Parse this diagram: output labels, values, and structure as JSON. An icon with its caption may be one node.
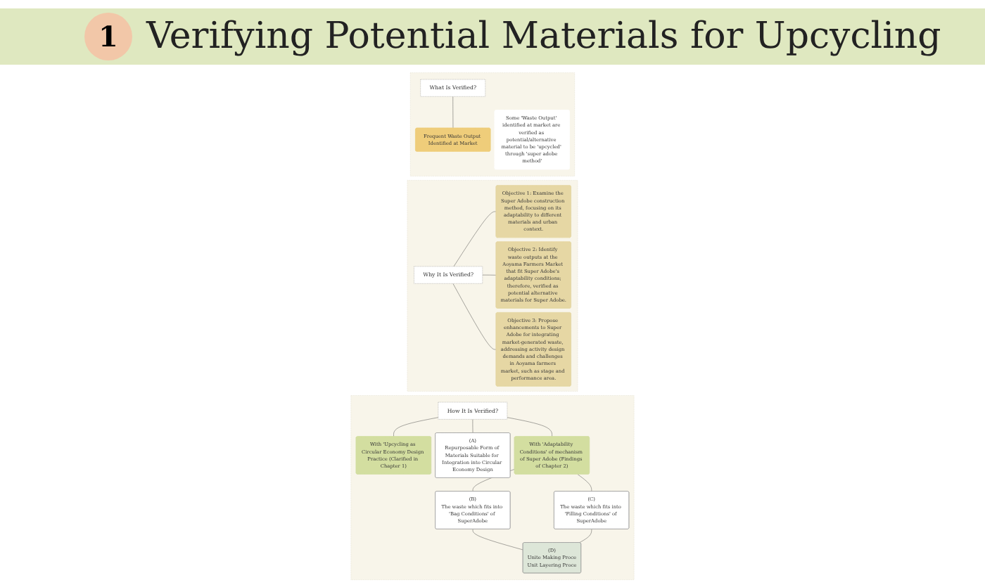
{
  "diagram": {
    "title": "Verifying Potential Materials for Upcycling",
    "nodes": [
      {
        "text": [],
        "shape": "box"
      },
      {
        "text": [
          "What Is Verified?"
        ],
        "in": 0
      },
      {
        "text": [
          "Frequent Waste Output Identified at Market"
        ],
        "in": 0
      },
      {
        "text": [
          "Some 'Waste Output' identified at market are verified as potential/alternative material to be 'upcycled' through 'super adobe method'"
        ],
        "in": 0
      },
      {
        "text": [],
        "shape": "box"
      },
      {
        "text": [
          "Why It Is Verified?"
        ],
        "in": 4
      },
      {
        "text": [
          "Objective 1: Examine the Super Adobe construction method, focusing on its adaptability to different materials and urban context."
        ],
        "in": 4
      },
      {
        "text": [
          "Objective 2: Identify waste outputs at the Aoyama Farmers Market that fit Super Adobe's adaptability conditions; therefore, verified as potential alternative materials for Super Adobe."
        ],
        "in": 4
      },
      {
        "text": [
          "Objective 3: Propose enhancements to Super Adobe for integrating market-generated waste, addressing activity design demands and challenges in Aoyama farmers market, such as stage and performance area."
        ],
        "in": 4
      },
      {
        "text": [],
        "shape": "box"
      },
      {
        "text": [
          "How It Is Verified?"
        ],
        "in": 9
      },
      {
        "text": [
          "With 'Upcycling as Circular Economy Design Practice (Clarified in Chapter 1)"
        ],
        "in": 9
      },
      {
        "text": [
          "(A)",
          "Repurposable Form of Materials Suitable for Integration into Circular Economy Design"
        ],
        "in": 9
      },
      {
        "text": [
          "With 'Adaptability Conditions' of mechanism of Super Adobe (Findings of Chapter 2)"
        ],
        "in": 9
      },
      {
        "text": [
          "(B)",
          "The waste which fits into 'Bag Conditions' of SuperAdobe"
        ],
        "in": 9
      },
      {
        "text": [
          "(C)",
          "The waste which fits into 'Filling Conditions' of SuperAdobe"
        ],
        "in": 9
      },
      {
        "text": [
          "(D)",
          "Unite Making Proce",
          "Unit Layering Proce"
        ],
        "in": 9
      }
    ],
    "edges": [
      {
        "from": 1,
        "to": 2,
        "arrow": "none"
      },
      {
        "from": 5,
        "to": 6,
        "arrow": "none"
      },
      {
        "from": 5,
        "to": 7,
        "arrow": "none"
      },
      {
        "from": 5,
        "to": 8,
        "arrow": "none"
      },
      {
        "from": 10,
        "to": 11,
        "arrow": "none"
      },
      {
        "from": 10,
        "to": 12,
        "arrow": "none"
      },
      {
        "from": 10,
        "to": 13,
        "arrow": "none"
      },
      {
        "from": 13,
        "to": 14,
        "arrow": "none"
      },
      {
        "from": 13,
        "to": 15,
        "arrow": "none"
      },
      {
        "from": 14,
        "to": 16,
        "arrow": "none"
      },
      {
        "from": 15,
        "to": 16,
        "arrow": "none"
      }
    ],
    "labels": [
      "1"
    ]
  }
}
